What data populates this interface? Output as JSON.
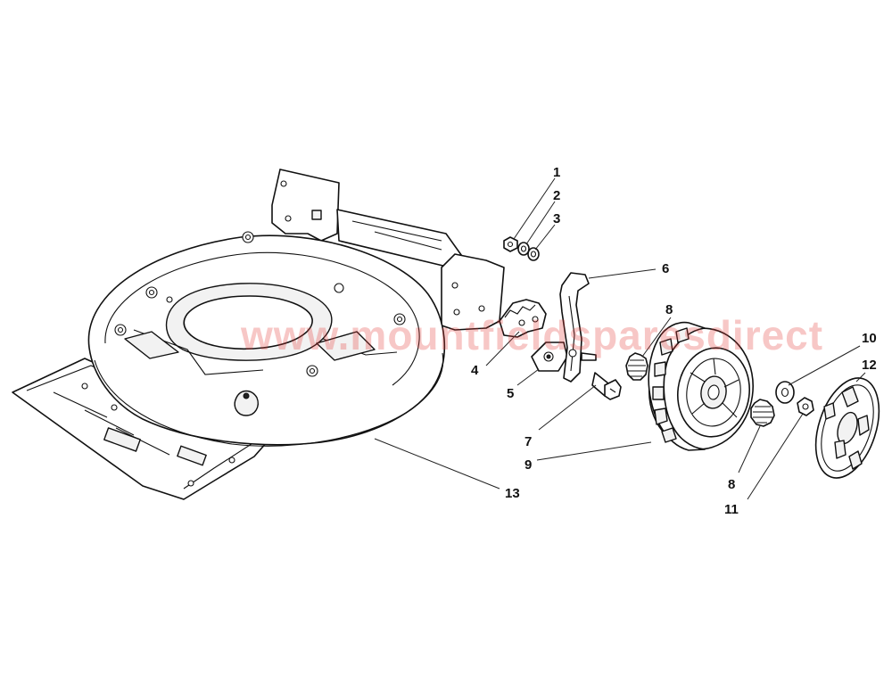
{
  "watermark": "www.mountfieldsparesdirect",
  "labels": {
    "l1": "1",
    "l2": "2",
    "l3": "3",
    "l4": "4",
    "l5": "5",
    "l6": "6",
    "l7": "7",
    "l8a": "8",
    "l8b": "8",
    "l9": "9",
    "l10": "10",
    "l11": "11",
    "l12": "12",
    "l13": "13"
  }
}
